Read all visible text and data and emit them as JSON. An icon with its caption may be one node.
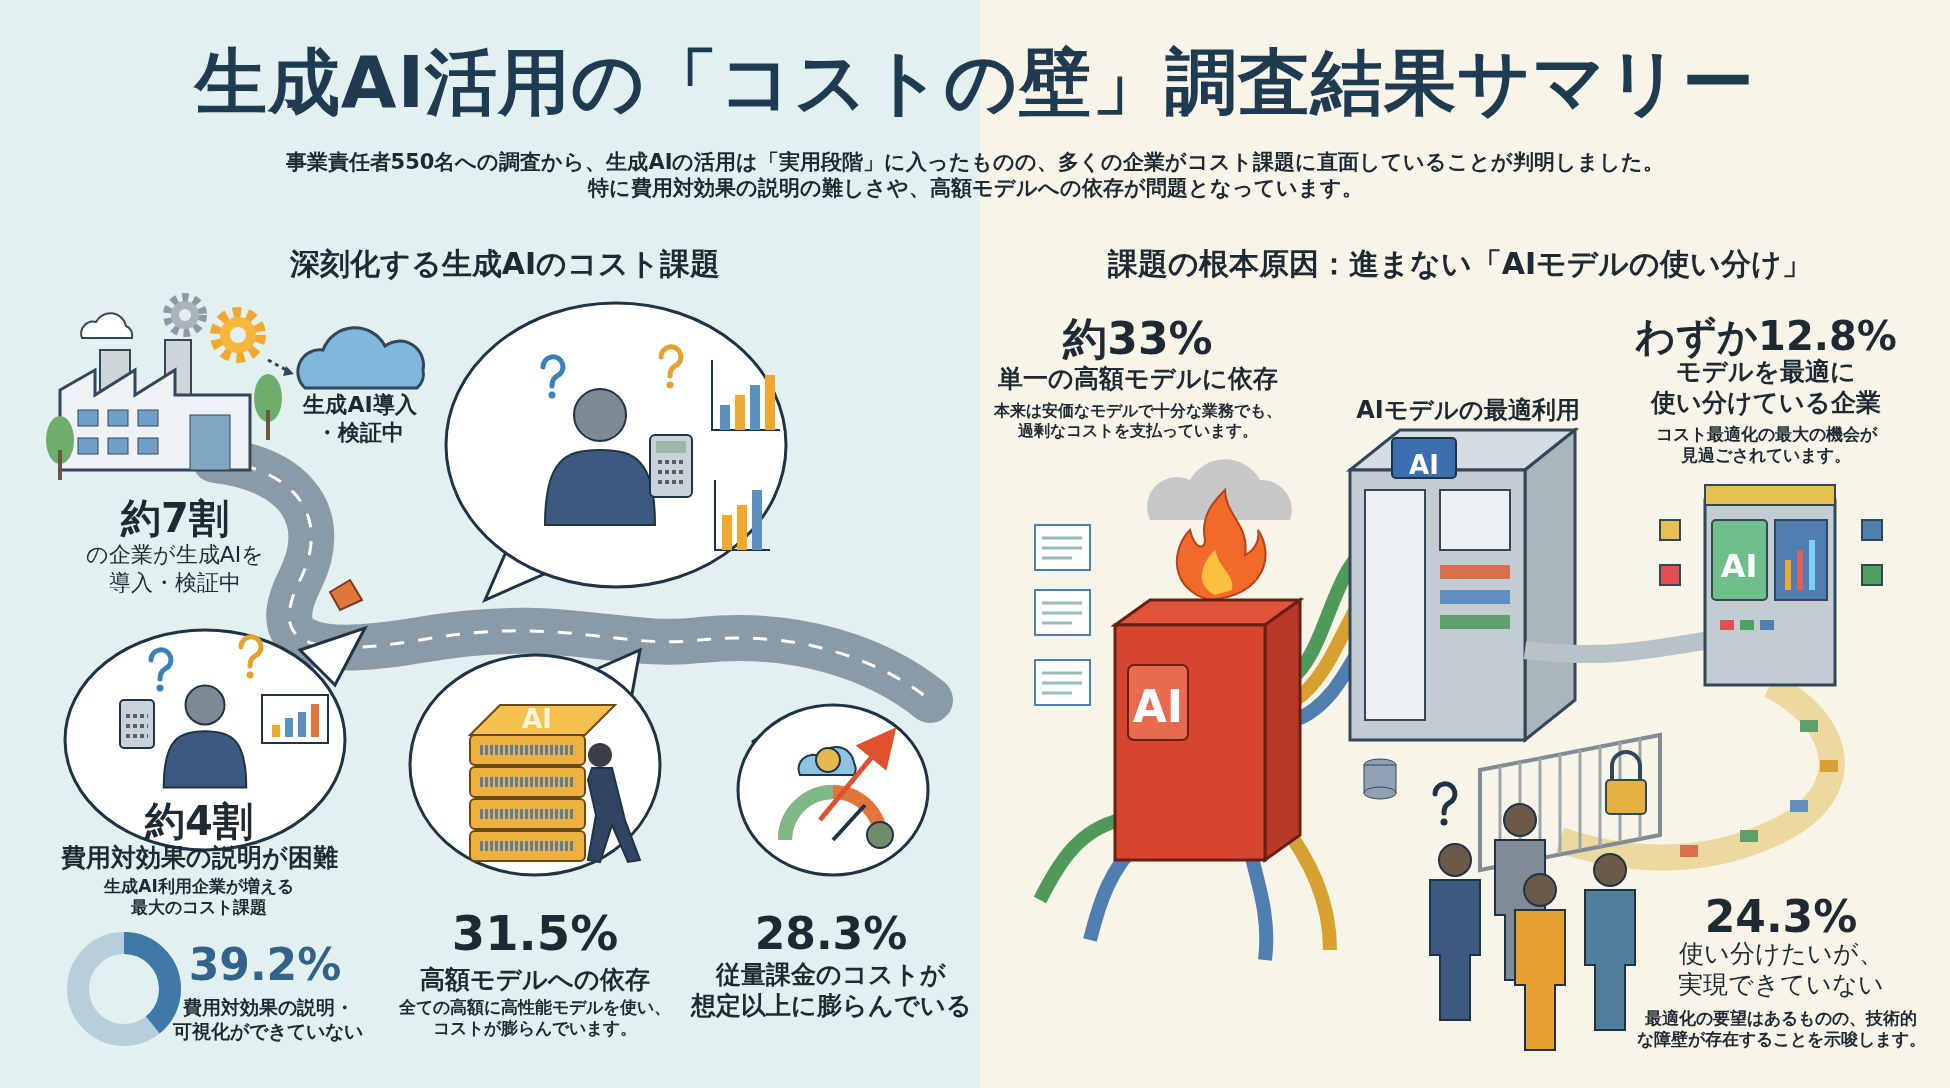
{
  "diagram": {
    "title": "生成AI活用の「コストの壁」調査結果サマリー",
    "labels": [
      "事業責任者550名への調査から、生成AIの活用は「実用段階」に入ったものの、多くの企業がコスト課題に直面していることが判明しました。特に費用対効果の説明の難しさや、高額モデルへの依存が問題となっています。",
      "深刻化する生成AIのコスト課題",
      "課題の根本原因：進まない「AIモデルの使い分け」",
      "生成AI導入・検証中",
      "約7割",
      "の企業が生成AIを導入・検証中",
      "AI",
      "約4割",
      "費用対効果の説明が困難",
      "生成AI利用企業が増える最大のコスト課題",
      "39.2%",
      "費用対効果の説明・可視化ができていない",
      "31.5%",
      "高額モデルへの依存",
      "全ての高額に高性能モデルを使い、コストが膨らんでいます。",
      "28.3%",
      "従量課金のコストが想定以上に膨らんでいる",
      "約33%",
      "単一の高額モデルに依存",
      "本来は安価なモデルで十分な業務でも、過剰なコストを支払っています。",
      "AIモデルの最適利用",
      "わずか12.8%",
      "モデルを最適に使い分けている企業",
      "コスト最適化の最大の機会が見過ごされています。",
      "AI",
      "AI",
      "AI",
      "24.3%",
      "使い分けたいが、実現できていない",
      "最適化の要望はあるものの、技術的な障壁が存在することを示唆します。"
    ]
  }
}
